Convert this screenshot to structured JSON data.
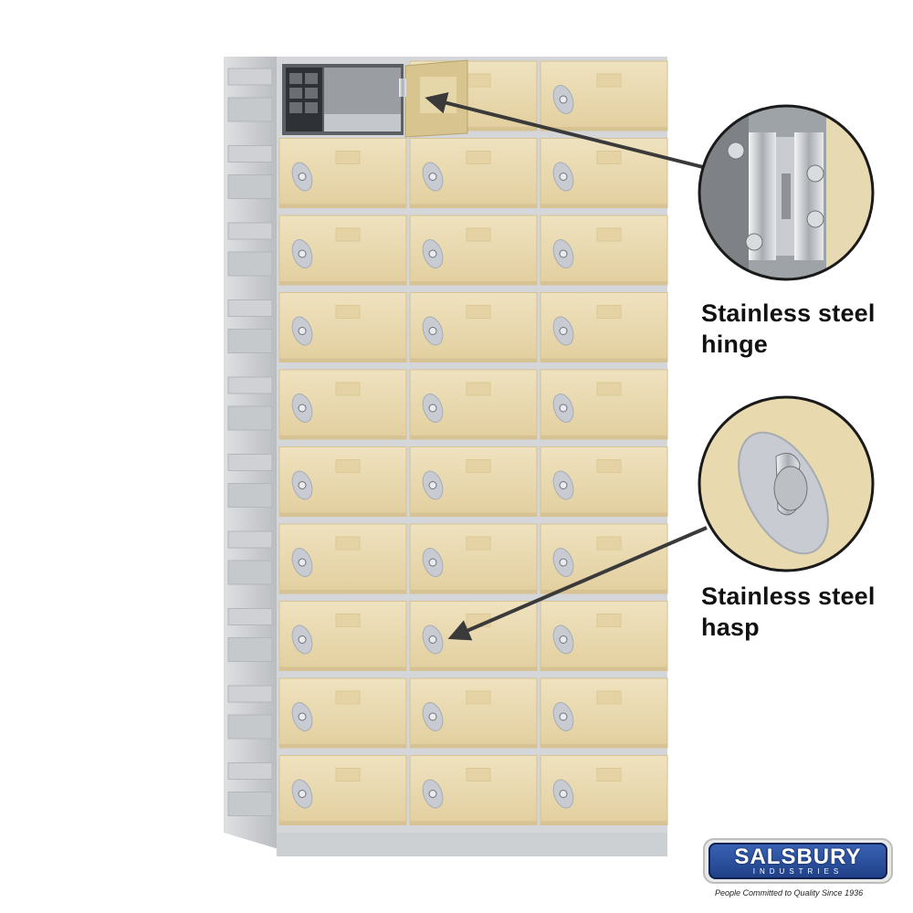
{
  "callouts": {
    "hinge": {
      "line1": "Stainless steel",
      "line2": "hinge"
    },
    "hasp": {
      "line1": "Stainless steel",
      "line2": "hasp"
    }
  },
  "brand": {
    "name": "SALSBURY",
    "subtitle": "INDUSTRIES",
    "tagline": "People Committed to Quality Since 1936"
  },
  "locker": {
    "columns": 3,
    "rows": 10,
    "open_door": {
      "row": 1,
      "column": 1
    },
    "colors": {
      "door": "#e9d9b0",
      "door_shade": "#d6c293",
      "frame": "#d4d6d9",
      "side": "#c9cbce",
      "hasp_plate": "#c8ccd2",
      "arrow": "#3a3a3a"
    }
  }
}
